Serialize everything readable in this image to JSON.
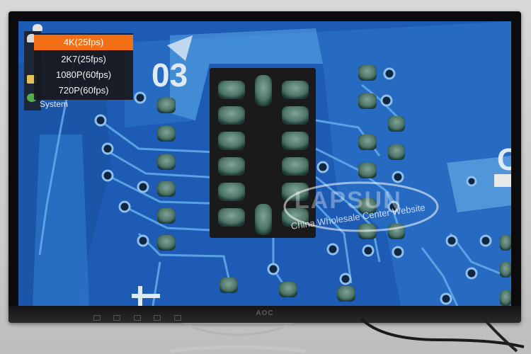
{
  "osd": {
    "options": [
      {
        "label": "4K(25fps)",
        "selected": true
      },
      {
        "label": "2K7(25fps)",
        "selected": false
      },
      {
        "label": "1080P(60fps)",
        "selected": false
      },
      {
        "label": "720P(60fps)",
        "selected": false
      }
    ],
    "system_label": "System",
    "accent_color": "#f26f16"
  },
  "pcb": {
    "silkscreen_left": "03",
    "silkscreen_right": "C"
  },
  "watermark": {
    "brand": "LAPSUN",
    "subtitle": "China Wholesale Center Website"
  },
  "monitor": {
    "brand": "AOC"
  },
  "icons": {
    "side": [
      "user-icon",
      "folder-icon",
      "gear-icon"
    ]
  }
}
